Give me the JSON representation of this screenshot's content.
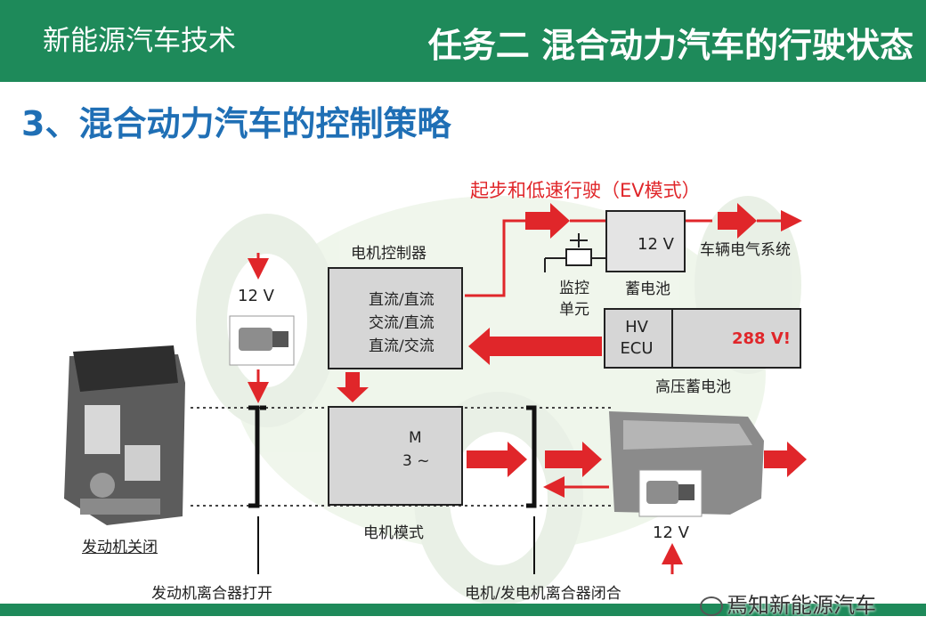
{
  "header": {
    "course_title": "新能源汽车技术",
    "task_title": "任务二 混合动力汽车的行驶状态"
  },
  "section_title": "3、混合动力汽车的控制策略",
  "diagram": {
    "ev_mode_title": "起步和低速行驶（EV模式）",
    "motor_controller": {
      "title": "电机控制器",
      "line1": "直流/直流",
      "line2": "交流/直流",
      "line3": "直流/交流"
    },
    "battery_12v": {
      "voltage": "12 V",
      "label": "蓄电池"
    },
    "vehicle_electrical": "车辆电气系统",
    "monitor_unit": {
      "line1": "监控",
      "line2": "单元"
    },
    "hv_battery": {
      "hv_line1": "HV",
      "hv_line2": "ECU",
      "voltage": "288 V!",
      "label": "高压蓄电池"
    },
    "starter_voltage_top": "12 V",
    "starter_voltage_bottom": "12 V",
    "motor": {
      "symbol_m": "M",
      "symbol_phase": "3 ~",
      "mode_label": "电机模式"
    },
    "engine_off": "发动机关闭",
    "engine_clutch_open": "发动机离合器打开",
    "motor_clutch_closed": "电机/发电机离合器闭合"
  },
  "watermark": "焉知新能源汽车",
  "colors": {
    "header_green": "#1e8a5a",
    "title_blue": "#1f6fb5",
    "arrow_red": "#e0262a",
    "box_gray": "#d6d6d6",
    "warning_yellow": "#f6d512"
  }
}
